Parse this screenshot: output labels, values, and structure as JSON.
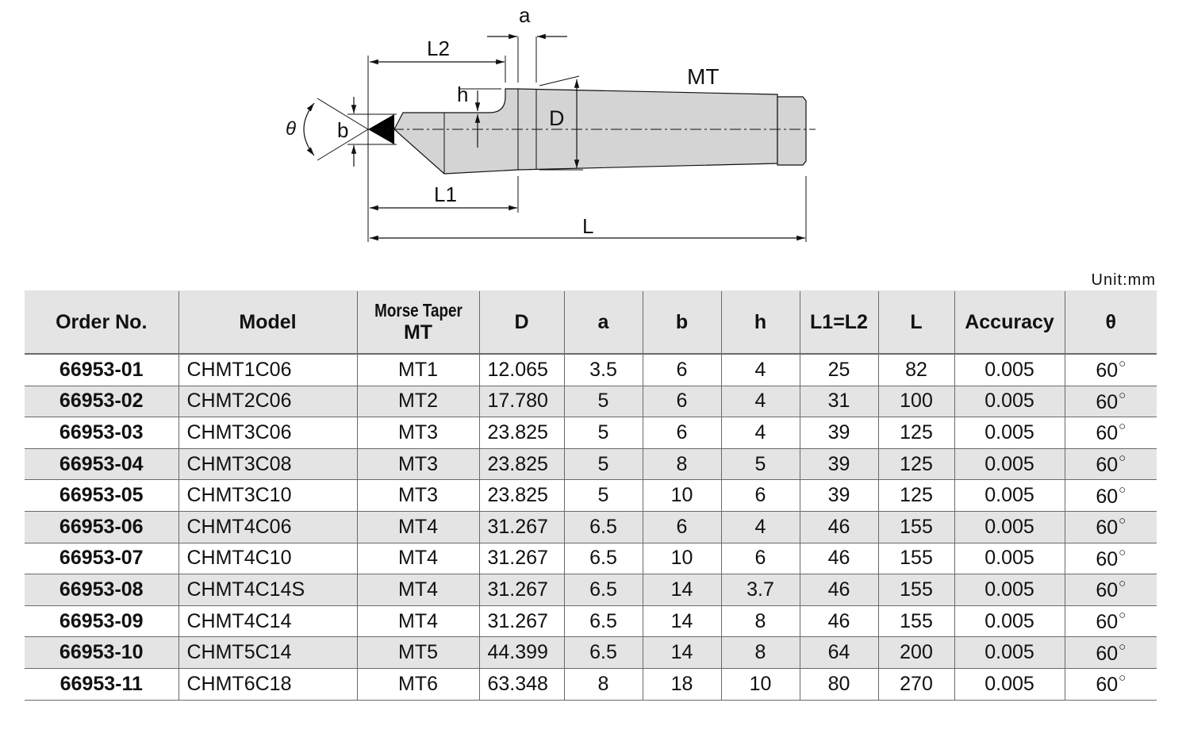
{
  "diagram": {
    "labels": {
      "a": "a",
      "L2": "L2",
      "MT": "MT",
      "h": "h",
      "D": "D",
      "theta": "θ",
      "b": "b",
      "L1": "L1",
      "L": "L"
    }
  },
  "unit_label": "Unit:mm",
  "table": {
    "headers": {
      "order_no": "Order No.",
      "model": "Model",
      "morse_taper_top": "Morse Taper",
      "morse_taper_bottom": "MT",
      "D": "D",
      "a": "a",
      "b": "b",
      "h": "h",
      "L1L2": "L1=L2",
      "L": "L",
      "accuracy": "Accuracy",
      "theta": "θ"
    },
    "rows": [
      {
        "order": "66953-01",
        "model": "CHMT1C06",
        "mt": "MT1",
        "D": "12.065",
        "a": "3.5",
        "b": "6",
        "h": "4",
        "l1": "25",
        "L": "82",
        "accuracy": "0.005",
        "theta": "60"
      },
      {
        "order": "66953-02",
        "model": "CHMT2C06",
        "mt": "MT2",
        "D": "17.780",
        "a": "5",
        "b": "6",
        "h": "4",
        "l1": "31",
        "L": "100",
        "accuracy": "0.005",
        "theta": "60"
      },
      {
        "order": "66953-03",
        "model": "CHMT3C06",
        "mt": "MT3",
        "D": "23.825",
        "a": "5",
        "b": "6",
        "h": "4",
        "l1": "39",
        "L": "125",
        "accuracy": "0.005",
        "theta": "60"
      },
      {
        "order": "66953-04",
        "model": "CHMT3C08",
        "mt": "MT3",
        "D": "23.825",
        "a": "5",
        "b": "8",
        "h": "5",
        "l1": "39",
        "L": "125",
        "accuracy": "0.005",
        "theta": "60"
      },
      {
        "order": "66953-05",
        "model": "CHMT3C10",
        "mt": "MT3",
        "D": "23.825",
        "a": "5",
        "b": "10",
        "h": "6",
        "l1": "39",
        "L": "125",
        "accuracy": "0.005",
        "theta": "60"
      },
      {
        "order": "66953-06",
        "model": "CHMT4C06",
        "mt": "MT4",
        "D": "31.267",
        "a": "6.5",
        "b": "6",
        "h": "4",
        "l1": "46",
        "L": "155",
        "accuracy": "0.005",
        "theta": "60"
      },
      {
        "order": "66953-07",
        "model": "CHMT4C10",
        "mt": "MT4",
        "D": "31.267",
        "a": "6.5",
        "b": "10",
        "h": "6",
        "l1": "46",
        "L": "155",
        "accuracy": "0.005",
        "theta": "60"
      },
      {
        "order": "66953-08",
        "model": "CHMT4C14S",
        "mt": "MT4",
        "D": "31.267",
        "a": "6.5",
        "b": "14",
        "h": "3.7",
        "l1": "46",
        "L": "155",
        "accuracy": "0.005",
        "theta": "60"
      },
      {
        "order": "66953-09",
        "model": "CHMT4C14",
        "mt": "MT4",
        "D": "31.267",
        "a": "6.5",
        "b": "14",
        "h": "8",
        "l1": "46",
        "L": "155",
        "accuracy": "0.005",
        "theta": "60"
      },
      {
        "order": "66953-10",
        "model": "CHMT5C14",
        "mt": "MT5",
        "D": "44.399",
        "a": "6.5",
        "b": "14",
        "h": "8",
        "l1": "64",
        "L": "200",
        "accuracy": "0.005",
        "theta": "60"
      },
      {
        "order": "66953-11",
        "model": "CHMT6C18",
        "mt": "MT6",
        "D": "63.348",
        "a": "8",
        "b": "18",
        "h": "10",
        "l1": "80",
        "L": "270",
        "accuracy": "0.005",
        "theta": "60"
      }
    ]
  },
  "colors": {
    "header_bg": "#e4e4e4",
    "alt_row_bg": "#e4e4e4",
    "grid_line": "#6a6a6a",
    "part_fill": "#d4d4d4",
    "tip_fill": "#000000"
  }
}
